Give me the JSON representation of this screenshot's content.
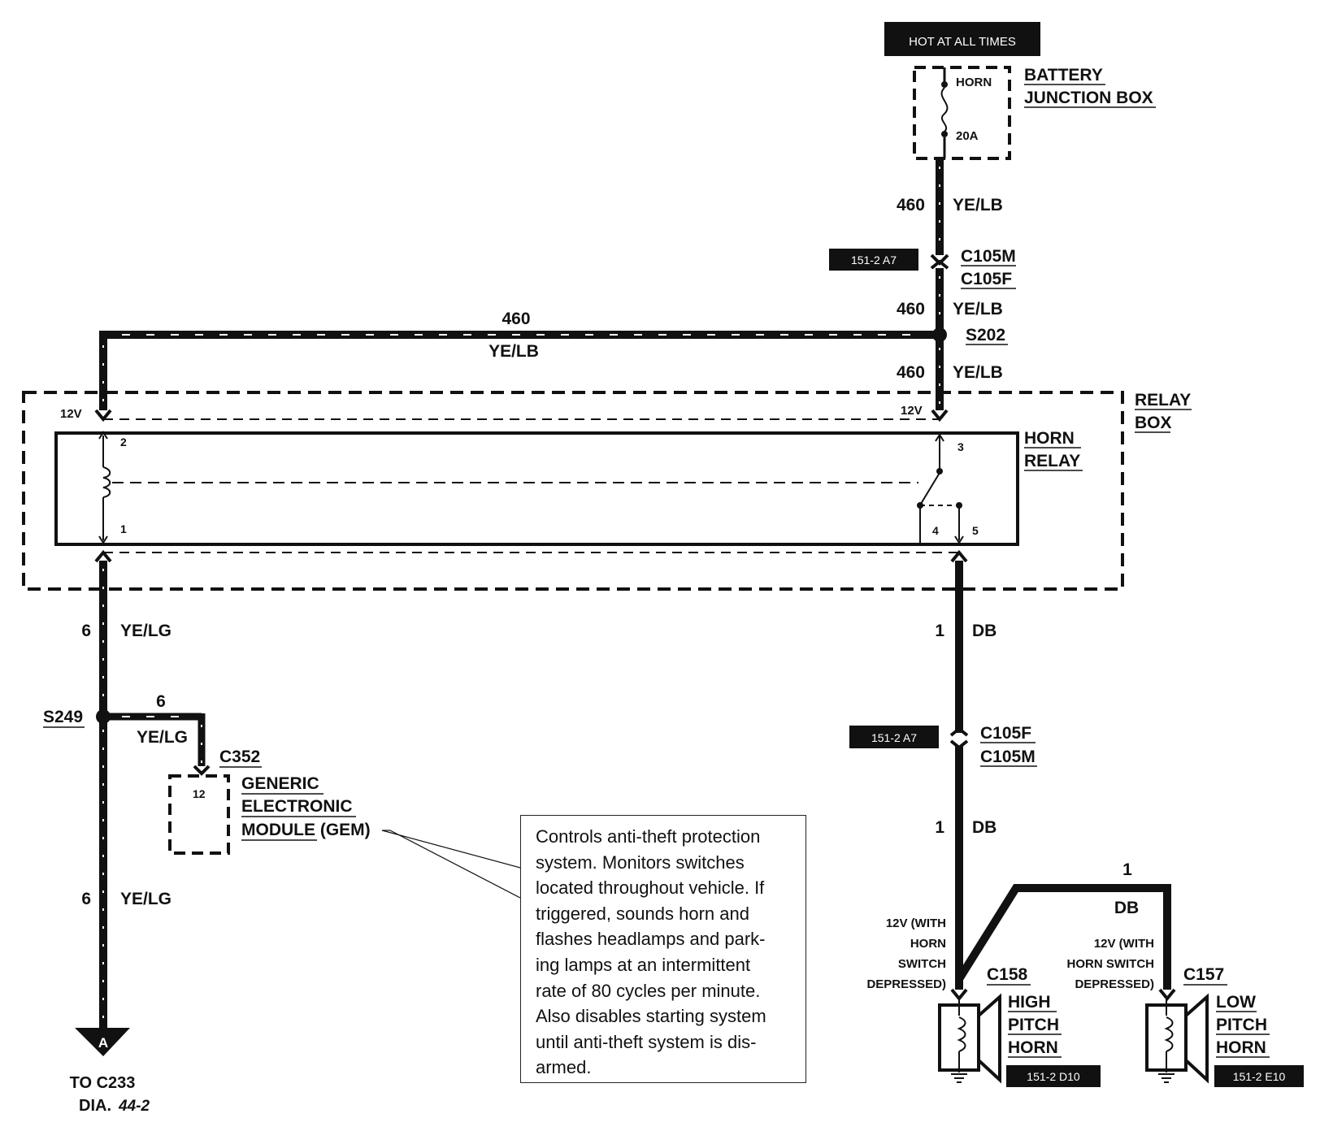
{
  "labels": {
    "hot_at_all_times": "HOT AT ALL TIMES",
    "fuse_name": "HORN",
    "fuse_rating": "20A",
    "bjb_line1": "BATTERY",
    "bjb_line2": "JUNCTION BOX",
    "circuit_460": "460",
    "color_yelb": "YE/LB",
    "ref_151_2_a7": "151-2 A7",
    "c105m": "C105M",
    "c105f": "C105F",
    "s202": "S202",
    "v12": "12V",
    "relay_box_line1": "RELAY",
    "relay_box_line2": "BOX",
    "horn_relay_line1": "HORN",
    "horn_relay_line2": "RELAY",
    "pin_1": "1",
    "pin_2": "2",
    "pin_3": "3",
    "pin_4": "4",
    "pin_5": "5",
    "circuit_6": "6",
    "color_yelg": "YE/LG",
    "circuit_1": "1",
    "color_db": "DB",
    "s249": "S249",
    "c352": "C352",
    "gem_pin_12": "12",
    "gem_line1": "GENERIC",
    "gem_line2": "ELECTRONIC",
    "gem_line3": "MODULE (GEM)",
    "note_lines": [
      "Controls anti-theft protection",
      "system.  Monitors switches",
      "located throughout vehicle. If",
      "triggered, sounds horn and",
      "flashes headlamps and park-",
      "ing lamps at an intermittent",
      "rate of 80 cycles per minute.",
      "Also disables starting system",
      "until anti-theft system is dis-",
      "armed."
    ],
    "arrow_letter": "A",
    "to_c233": "TO C233",
    "dia_prefix": "DIA.",
    "dia_num": "44-2",
    "high_cond_1": "12V (WITH",
    "high_cond_2": "HORN",
    "high_cond_3": "SWITCH",
    "high_cond_4": "DEPRESSED)",
    "low_cond_1": "12V (WITH",
    "low_cond_2": "HORN SWITCH",
    "low_cond_3": "DEPRESSED)",
    "c158": "C158",
    "c157": "C157",
    "high_line1": "HIGH",
    "high_line2": "PITCH",
    "high_line3": "HORN",
    "low_line1": "LOW",
    "low_line2": "PITCH",
    "low_line3": "HORN",
    "ref_151_2_d10": "151-2 D10",
    "ref_151_2_e10": "151-2 E10"
  }
}
